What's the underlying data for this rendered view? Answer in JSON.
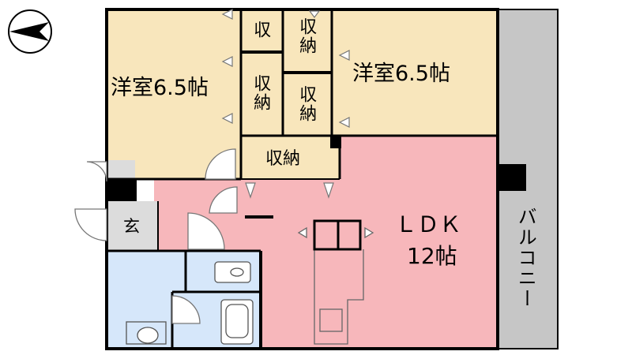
{
  "compass": {
    "icon": "north-arrow-icon"
  },
  "rooms": {
    "western_room_left": "洋室6.5帖",
    "western_room_right": "洋室6.5帖",
    "storage_small": "収",
    "storage_upper_mid": "収納",
    "storage_left_mid": "収納",
    "storage_right_mid": "収納",
    "storage_center": "収納",
    "ldk_name": "ＬＤＫ",
    "ldk_size": "12帖",
    "entrance": "玄",
    "balcony": "バルコニー"
  },
  "colors": {
    "western_room": "#f8e6bc",
    "ldk": "#f7b7bb",
    "wet_area": "#d6e7fa",
    "balcony": "#c6c6c6",
    "entrance": "#dcdcdc",
    "wall": "#000000"
  }
}
